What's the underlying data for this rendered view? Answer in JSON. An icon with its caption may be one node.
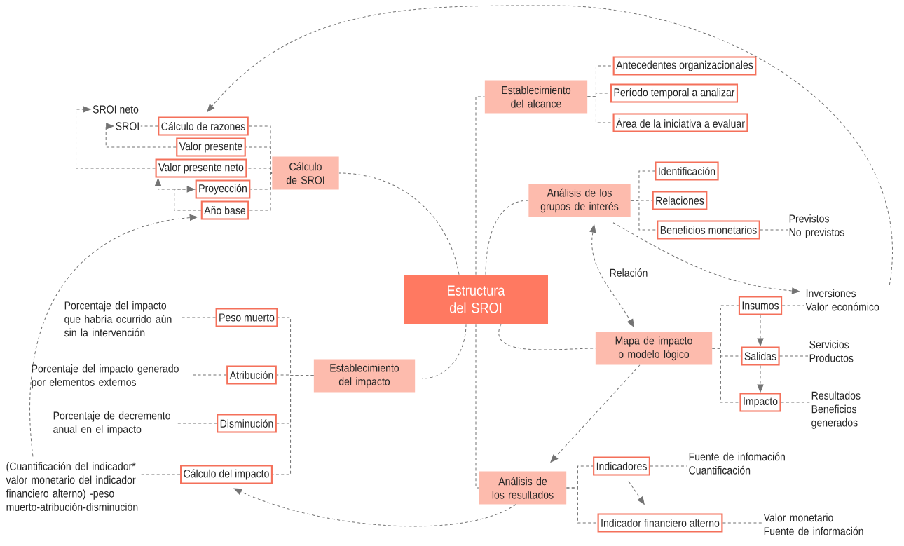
{
  "diagram": {
    "nodes": [
      {
        "text": [
          "Estructura del SROI"
        ]
      },
      {
        "text": [
          "Establecimiento del alcance"
        ]
      },
      {
        "text": [
          "Antecedentes organizacionales"
        ]
      },
      {
        "text": [
          "Período temporal a analizar"
        ]
      },
      {
        "text": [
          "Área de la iniciativa a evaluar"
        ]
      },
      {
        "text": [
          "Análisis de los grupos de interés"
        ]
      },
      {
        "text": [
          "Identificación"
        ]
      },
      {
        "text": [
          "Relaciones"
        ]
      },
      {
        "text": [
          "Beneficios monetarios"
        ]
      },
      {
        "text": [
          "Previstos",
          "No previstos"
        ]
      },
      {
        "text": [
          "Cálculo de SROI"
        ]
      },
      {
        "text": [
          "Cálculo de razones"
        ]
      },
      {
        "text": [
          "Valor presente"
        ]
      },
      {
        "text": [
          "Valor presente neto"
        ]
      },
      {
        "text": [
          "Proyección"
        ]
      },
      {
        "text": [
          "Año base"
        ]
      },
      {
        "text": [
          "SROI"
        ]
      },
      {
        "text": [
          "SROI neto"
        ]
      },
      {
        "text": [
          "Establecimiento del impacto"
        ]
      },
      {
        "text": [
          "Peso muerto"
        ]
      },
      {
        "text": [
          "Atribución"
        ]
      },
      {
        "text": [
          "Disminución"
        ]
      },
      {
        "text": [
          "Cálculo del impacto"
        ]
      },
      {
        "text": [
          "Porcentaje del impacto que habría ocurrido aún sin la intervención"
        ]
      },
      {
        "text": [
          "Porcentaje del impacto generado por elementos externos"
        ]
      },
      {
        "text": [
          "Porcentaje de decremento anual en el impacto"
        ]
      },
      {
        "text": [
          "(Cuantificación del indicador* valor monetario del indicador financiero alterno) -peso muerto-atribución-disminución"
        ]
      },
      {
        "text": [
          "Mapa de impacto o modelo lógico"
        ]
      },
      {
        "text": [
          "Insumos"
        ]
      },
      {
        "text": [
          "Salidas"
        ]
      },
      {
        "text": [
          "Impacto"
        ]
      },
      {
        "text": [
          "Inversiones",
          "Valor económico"
        ]
      },
      {
        "text": [
          "Servicios",
          "Productos"
        ]
      },
      {
        "text": [
          "Resultados",
          "Beneficios generados"
        ]
      },
      {
        "text": [
          "Análisis de los resultados"
        ]
      },
      {
        "text": [
          "Indicadores"
        ]
      },
      {
        "text": [
          "Indicador financiero alterno"
        ]
      },
      {
        "text": [
          "Fuente de infomación",
          "Cuantificación"
        ]
      },
      {
        "text": [
          "Valor monetario",
          "Fuente de información"
        ]
      }
    ],
    "edges": [
      {
        "from": 0,
        "to": 1,
        "arrow": "none"
      },
      {
        "from": 0,
        "to": 34,
        "arrow": "none"
      },
      {
        "from": 0,
        "to": 5,
        "arrow": "none"
      },
      {
        "from": 0,
        "to": 10,
        "arrow": "none"
      },
      {
        "from": 0,
        "to": 18,
        "arrow": "none"
      },
      {
        "from": 0,
        "to": 27,
        "arrow": "none"
      },
      {
        "from": 1,
        "to": 2,
        "arrow": "none"
      },
      {
        "from": 1,
        "to": 3,
        "arrow": "none"
      },
      {
        "from": 1,
        "to": 4,
        "arrow": "none"
      },
      {
        "from": 5,
        "to": 6,
        "arrow": "none"
      },
      {
        "from": 5,
        "to": 7,
        "arrow": "none"
      },
      {
        "from": 5,
        "to": 8,
        "arrow": "none"
      },
      {
        "from": 8,
        "to": 9,
        "arrow": "none"
      },
      {
        "from": 5,
        "to": 31,
        "arrow": "to"
      },
      {
        "from": 5,
        "to": 27,
        "arrow": "both",
        "label": "Relación"
      },
      {
        "from": 10,
        "to": 11,
        "arrow": "none"
      },
      {
        "from": 10,
        "to": 12,
        "arrow": "none"
      },
      {
        "from": 10,
        "to": 13,
        "arrow": "none"
      },
      {
        "from": 10,
        "to": 14,
        "arrow": "none"
      },
      {
        "from": 10,
        "to": 15,
        "arrow": "none"
      },
      {
        "from": 11,
        "to": 16,
        "arrow": "none"
      },
      {
        "from": 12,
        "to": 16,
        "arrow": "to"
      },
      {
        "from": 13,
        "to": 17,
        "arrow": "to"
      },
      {
        "from": 14,
        "to": 13,
        "arrow": "to"
      },
      {
        "from": 15,
        "to": 14,
        "arrow": "to"
      },
      {
        "from": 26,
        "to": 15,
        "arrow": "to"
      },
      {
        "from": 18,
        "to": 19,
        "arrow": "none"
      },
      {
        "from": 18,
        "to": 20,
        "arrow": "none"
      },
      {
        "from": 18,
        "to": 21,
        "arrow": "none"
      },
      {
        "from": 18,
        "to": 22,
        "arrow": "none"
      },
      {
        "from": 19,
        "to": 23,
        "arrow": "none"
      },
      {
        "from": 20,
        "to": 24,
        "arrow": "none"
      },
      {
        "from": 21,
        "to": 25,
        "arrow": "none"
      },
      {
        "from": 22,
        "to": 26,
        "arrow": "none"
      },
      {
        "from": 34,
        "to": 22,
        "arrow": "to"
      },
      {
        "from": 27,
        "to": 34,
        "arrow": "to"
      },
      {
        "from": 27,
        "to": 28,
        "arrow": "none"
      },
      {
        "from": 27,
        "to": 29,
        "arrow": "none"
      },
      {
        "from": 27,
        "to": 30,
        "arrow": "none"
      },
      {
        "from": 28,
        "to": 29,
        "arrow": "to"
      },
      {
        "from": 29,
        "to": 30,
        "arrow": "to"
      },
      {
        "from": 28,
        "to": 31,
        "arrow": "none"
      },
      {
        "from": 29,
        "to": 32,
        "arrow": "none"
      },
      {
        "from": 30,
        "to": 33,
        "arrow": "none"
      },
      {
        "from": 34,
        "to": 35,
        "arrow": "none"
      },
      {
        "from": 34,
        "to": 36,
        "arrow": "none"
      },
      {
        "from": 35,
        "to": 36,
        "arrow": "to"
      },
      {
        "from": 35,
        "to": 37,
        "arrow": "none"
      },
      {
        "from": 36,
        "to": 38,
        "arrow": "none"
      },
      {
        "from": 31,
        "to": 11,
        "arrow": "to"
      }
    ]
  }
}
